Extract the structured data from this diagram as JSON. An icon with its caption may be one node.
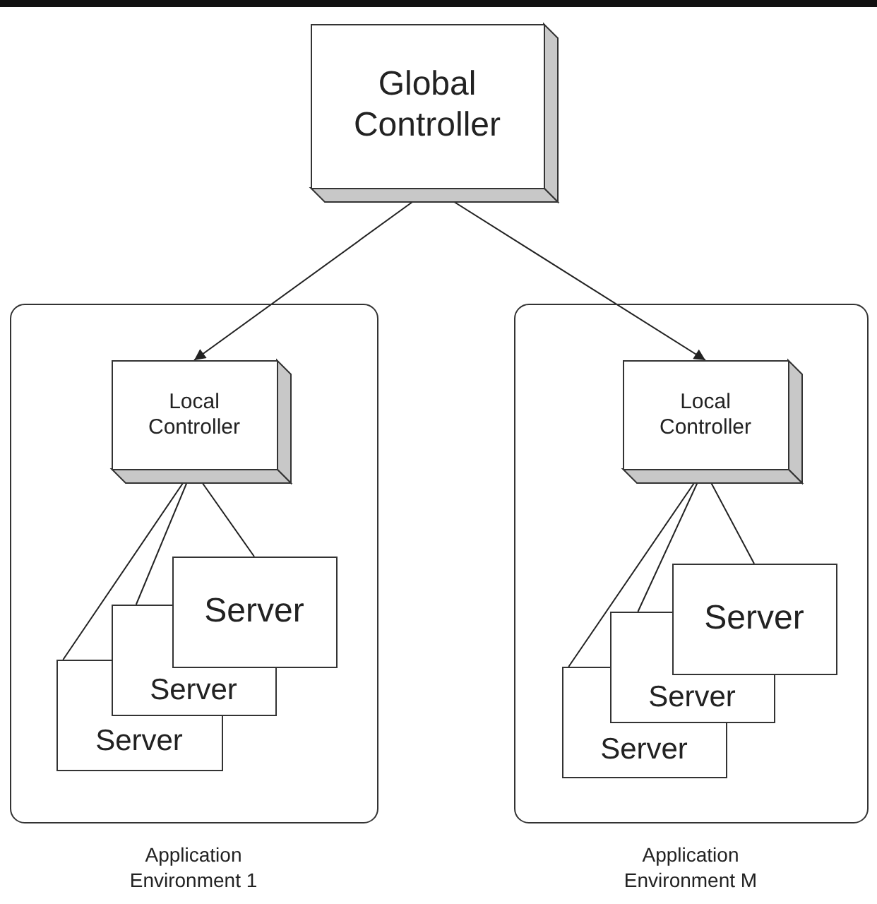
{
  "diagram": {
    "nodes": [
      {
        "text": [
          "Global Controller"
        ]
      },
      {
        "text": [],
        "shape": "box",
        "beside": [
          "Application Environment 1"
        ]
      },
      {
        "text": [
          "Local Controller"
        ],
        "in": 1
      },
      {
        "text": [
          "Server"
        ],
        "in": 1
      },
      {
        "text": [
          "Server"
        ],
        "in": 1
      },
      {
        "text": [
          "Server"
        ],
        "in": 1
      },
      {
        "text": [],
        "shape": "box",
        "beside": [
          "Application Environment M"
        ]
      },
      {
        "text": [
          "Local Controller"
        ],
        "in": 6
      },
      {
        "text": [
          "Server"
        ],
        "in": 6
      },
      {
        "text": [
          "Server"
        ],
        "in": 6
      },
      {
        "text": [
          "Server"
        ],
        "in": 6
      }
    ],
    "edges": [
      {
        "from": 0,
        "to": 2,
        "arrow": "to"
      },
      {
        "from": 0,
        "to": 7,
        "arrow": "to"
      },
      {
        "from": 2,
        "to": 3,
        "arrow": "none"
      },
      {
        "from": 2,
        "to": 4,
        "arrow": "none"
      },
      {
        "from": 2,
        "to": 5,
        "arrow": "none"
      },
      {
        "from": 7,
        "to": 8,
        "arrow": "none"
      },
      {
        "from": 7,
        "to": 9,
        "arrow": "none"
      },
      {
        "from": 7,
        "to": 10,
        "arrow": "none"
      }
    ]
  }
}
